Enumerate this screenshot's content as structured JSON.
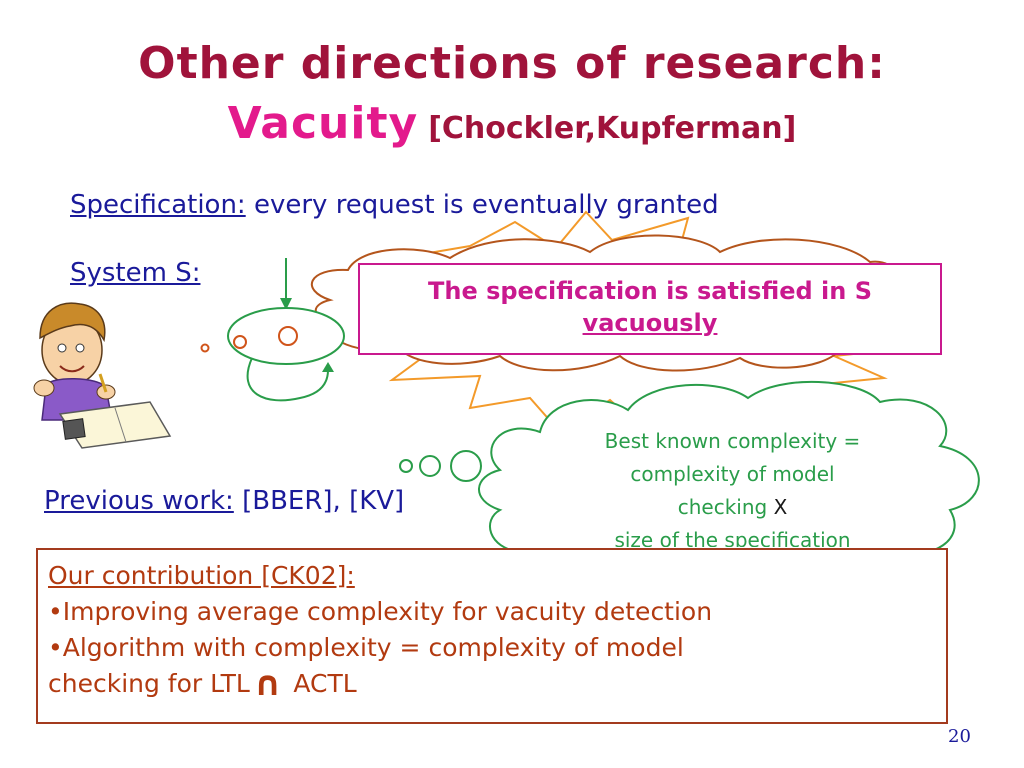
{
  "title": {
    "line1": "Other directions of research:",
    "vacuity": "Vacuity",
    "citation": "[Chockler,Kupferman]"
  },
  "specification": {
    "label": "Specification:",
    "text": " every request is eventually granted"
  },
  "system": {
    "label": "System S:"
  },
  "callout": {
    "line1": "The specification is satisfied in S",
    "line2": "vacuously"
  },
  "thought_cloud": {
    "line1": "Best known complexity =",
    "line2": "complexity of model",
    "line3_text": "checking ",
    "line3_symbol": "X",
    "line4": "size of the specification"
  },
  "previous_work": {
    "label": "Previous work:",
    "text": " [BBER], [KV]"
  },
  "contribution": {
    "heading": "Our contribution [CK02]:",
    "bullet1": "•Improving average complexity for vacuity detection",
    "bullet2": "•Algorithm with complexity = complexity of model",
    "bullet3_prefix": "checking for LTL",
    "bullet3_symbol": "∩",
    "bullet3_suffix": " ACTL"
  },
  "page_number": "20",
  "colors": {
    "title": "#a0133b",
    "vacuity": "#e31a8c",
    "body_text": "#1a1a9a",
    "callout": "#c9198e",
    "cloud": "#2a9d4a",
    "contribution": "#b23a10",
    "explosion": "#f39a2a"
  }
}
